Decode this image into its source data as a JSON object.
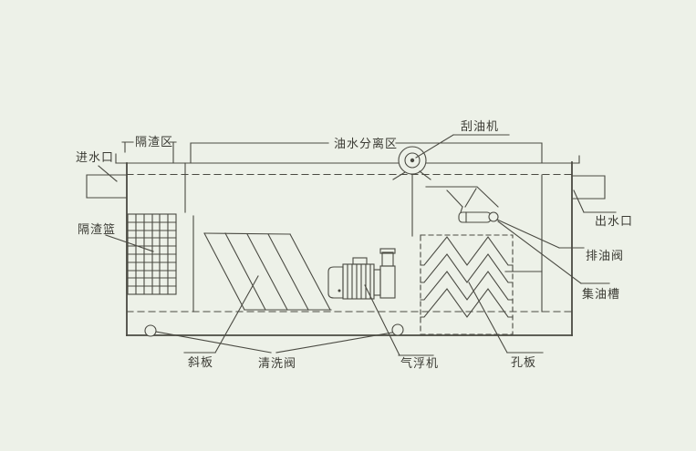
{
  "colors": {
    "background": "#edf1e8",
    "line": "#4a4a42",
    "text": "#3b3b34"
  },
  "diagram": {
    "labels": {
      "inlet": "进水口",
      "slag_zone": "隔渣区",
      "separation_zone": "油水分离区",
      "scraper": "刮油机",
      "outlet": "出水口",
      "slag_basket": "隔渣篮",
      "oil_drain_valve": "排油阀",
      "oil_trough": "集油槽",
      "inclined_plate": "斜板",
      "cleaning_valve": "清洗阀",
      "flotation_machine": "气浮机",
      "orifice_plate": "孔板"
    }
  }
}
